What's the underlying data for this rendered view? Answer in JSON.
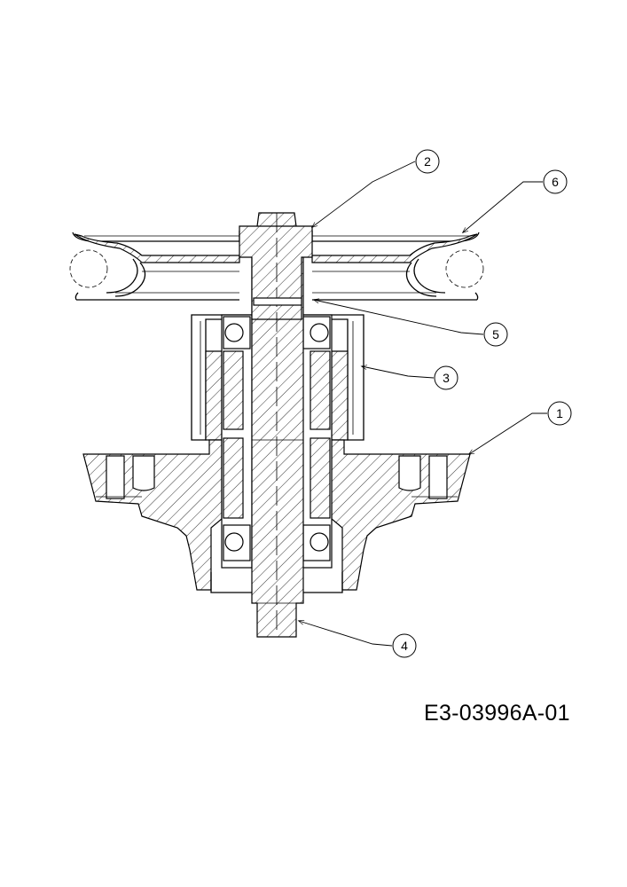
{
  "drawing_code": "E3-03996A-01",
  "callouts": [
    "1",
    "2",
    "3",
    "4",
    "5",
    "6"
  ]
}
